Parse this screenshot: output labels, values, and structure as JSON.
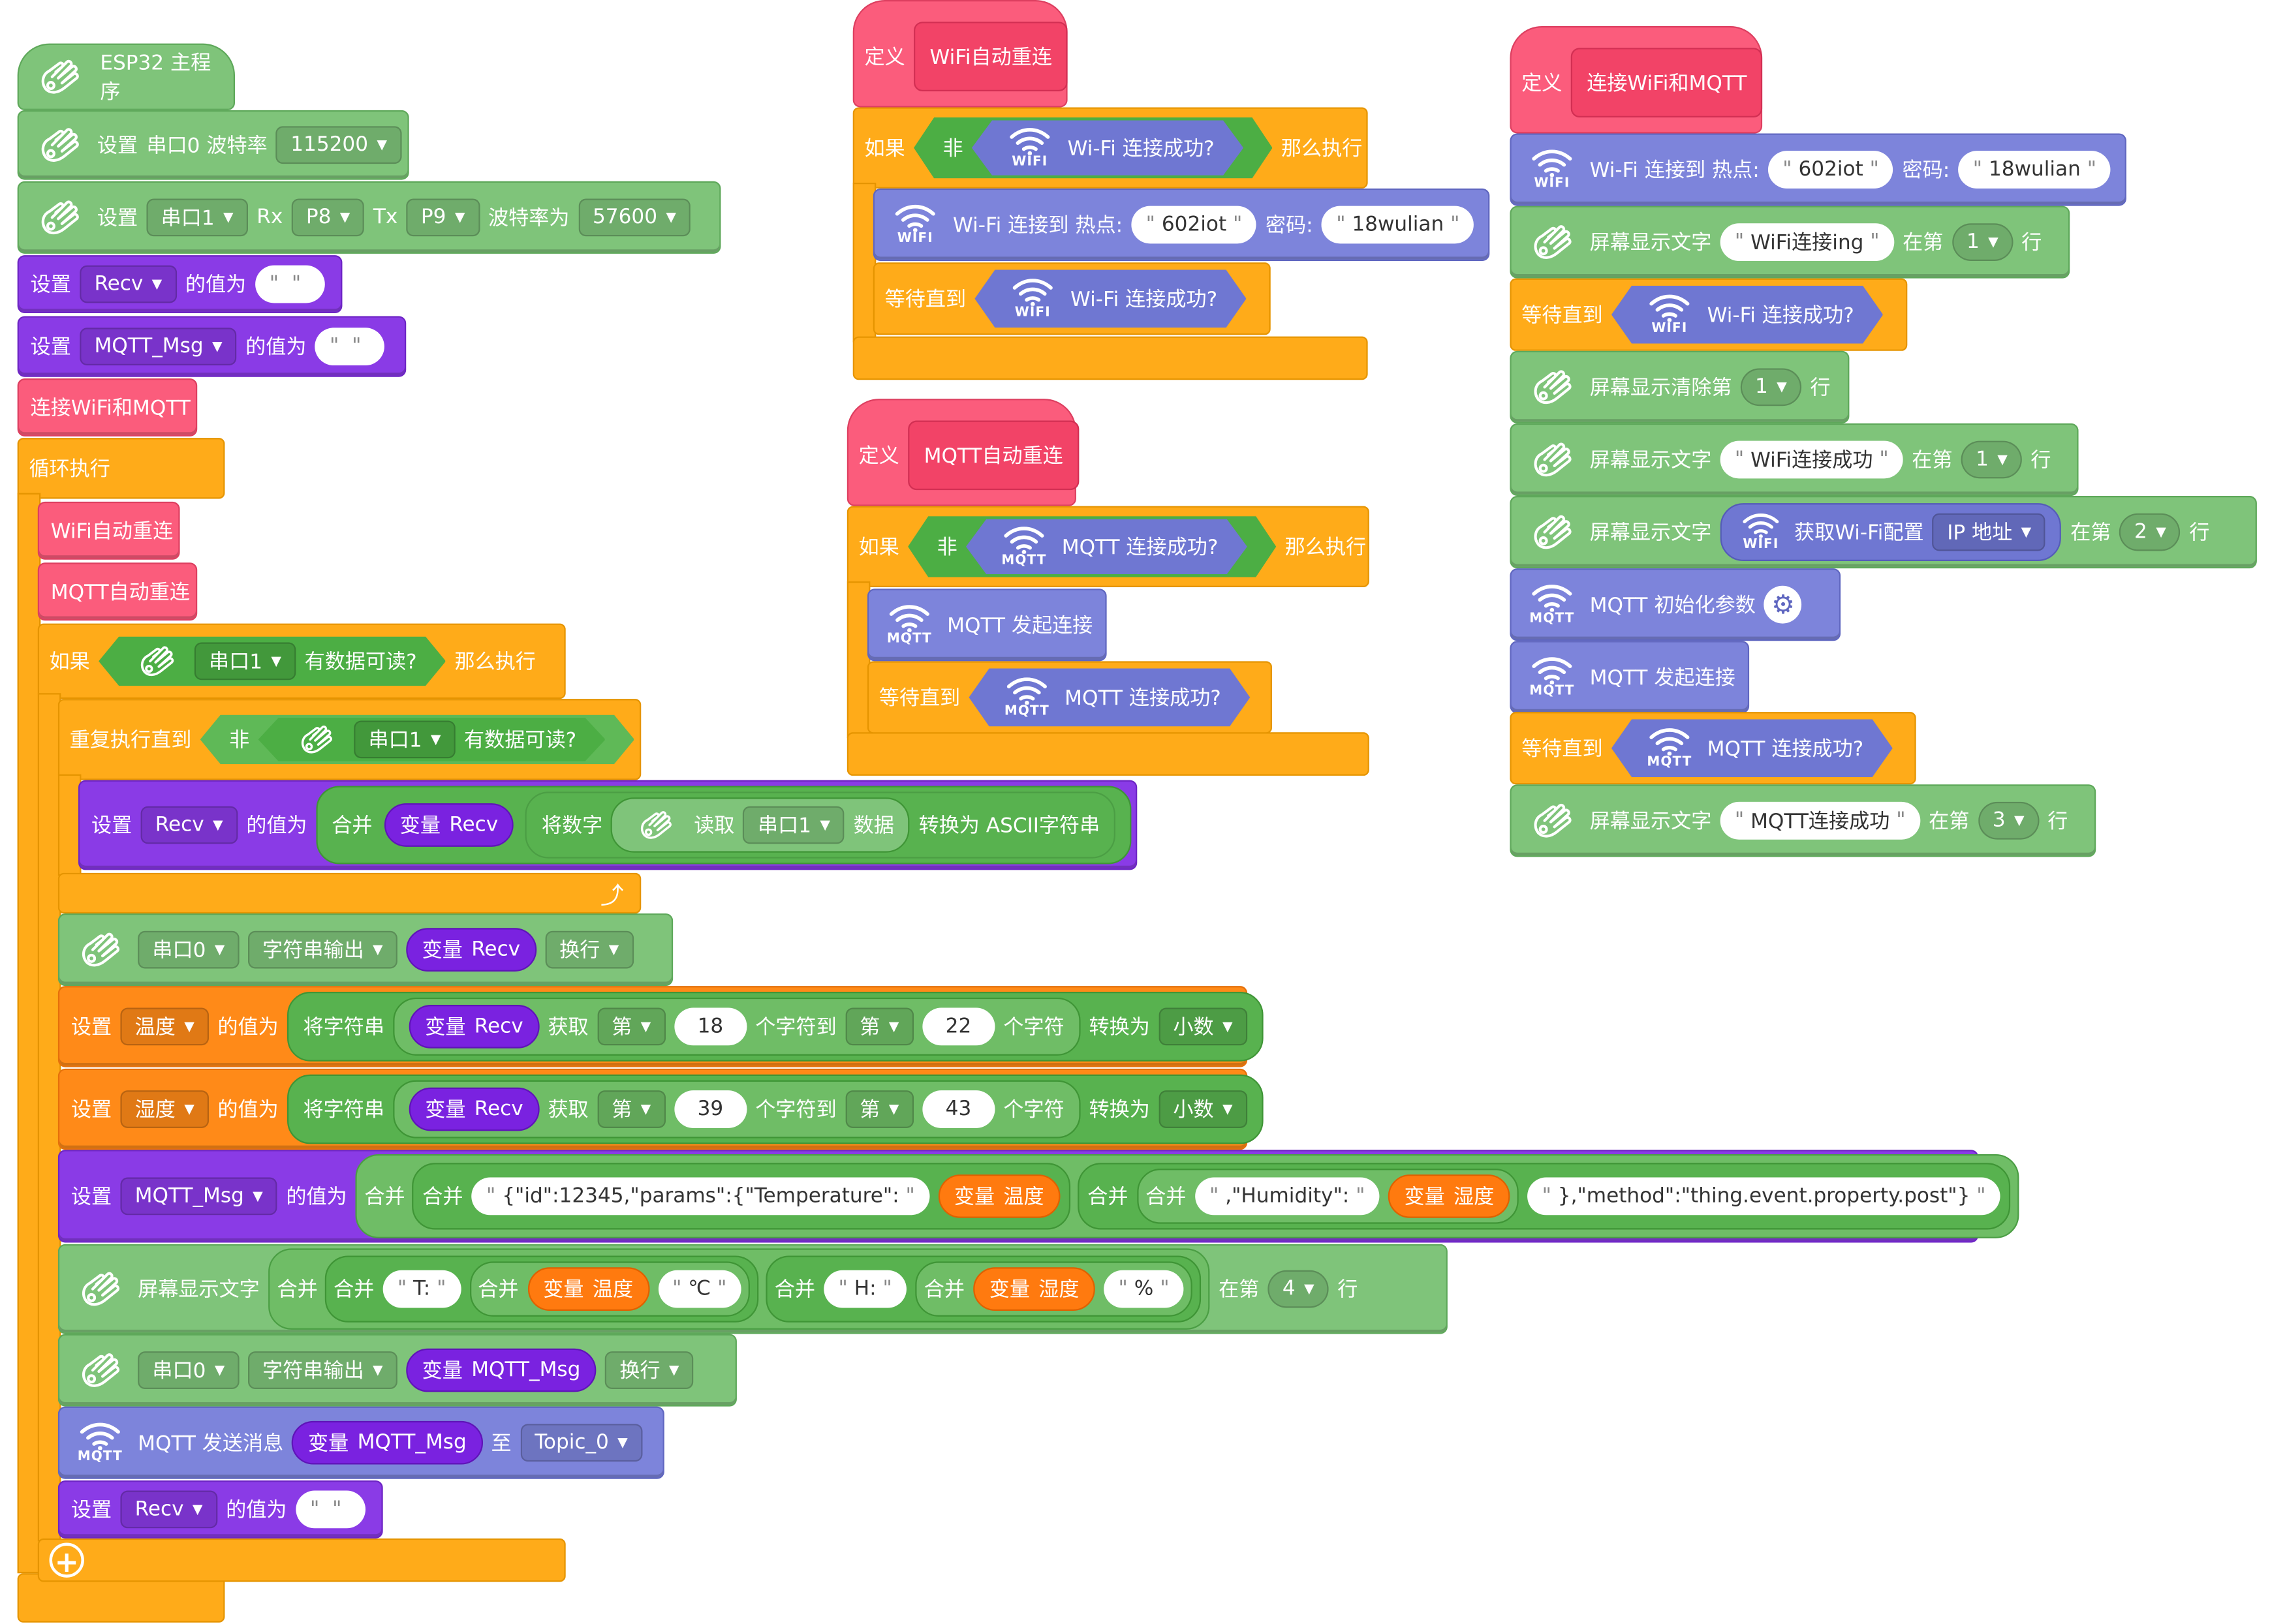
{
  "main": {
    "title": "ESP32 主程序",
    "set_label": "设置",
    "serial0_baud_label": "串口0 波特率",
    "baud0": "115200",
    "serial1": "串口1",
    "rx_label": "Rx",
    "rx_pin": "P8",
    "tx_label": "Tx",
    "tx_pin": "P9",
    "baud_label": "波特率为",
    "baud1": "57600",
    "var_recv": "Recv",
    "value_label": "的值为",
    "var_mqtt_msg": "MQTT_Msg",
    "empty_str": "",
    "call_connect": "连接WiFi和MQTT",
    "loop_label": "循环执行",
    "call_wifi": "WiFi自动重连",
    "call_mqtt": "MQTT自动重连",
    "if_label": "如果",
    "serial_avail": "有数据可读?",
    "then_label": "那么执行",
    "repeat_until": "重复执行直到",
    "not_label": "非",
    "join": "合并",
    "var_kw": "变量",
    "num_to_label": "将数字",
    "read_label": "读取",
    "data_label": "数据",
    "to_ascii": "转换为 ASCII字符串",
    "serial0": "串口0",
    "str_out": "字符串输出",
    "newline": "换行",
    "var_temp": "温度",
    "var_humi": "湿度",
    "str_kw": "将字符串",
    "get_label": "获取",
    "nth": "第",
    "char_to": "个字符到",
    "char_label": "个字符",
    "convert_to": "转换为",
    "decimal": "小数",
    "t_from": "18",
    "t_to": "22",
    "h_from": "39",
    "h_to": "43",
    "json_head": "{\"id\":12345,\"params\":{\"Temperature\":",
    "json_humi": ",\"Humidity\":",
    "json_tail": "},\"method\":\"thing.event.property.post\"}",
    "screen_text": "屏幕显示文字",
    "t_prefix": "T:",
    "c_unit": "℃",
    "h_prefix": "H:",
    "pct_unit": "%",
    "at_line": "在第",
    "line_label": "行",
    "line4": "4",
    "mqtt_send": "MQTT 发送消息",
    "to_label": "至",
    "topic": "Topic_0"
  },
  "wifi_def": {
    "define_label": "定义",
    "name": "WiFi自动重连",
    "if_label": "如果",
    "not_label": "非",
    "wifi_connected": "Wi-Fi 连接成功?",
    "then_label": "那么执行",
    "connect_label": "Wi-Fi 连接到 热点:",
    "ssid": "602iot",
    "pwd_label": "密码:",
    "pwd": "18wulian",
    "wait_until": "等待直到"
  },
  "mqtt_def": {
    "define_label": "定义",
    "name": "MQTT自动重连",
    "if_label": "如果",
    "not_label": "非",
    "mqtt_connected": "MQTT 连接成功?",
    "then_label": "那么执行",
    "mqtt_connect": "MQTT 发起连接",
    "wait_until": "等待直到"
  },
  "connect_def": {
    "define_label": "定义",
    "name": "连接WiFi和MQTT",
    "connect_label": "Wi-Fi 连接到 热点:",
    "ssid": "602iot",
    "pwd_label": "密码:",
    "pwd": "18wulian",
    "screen_text": "屏幕显示文字",
    "connecting": "WiFi连接ing",
    "at_label": "在第",
    "line_label": "行",
    "line1": "1",
    "wait_until": "等待直到",
    "wifi_connected": "Wi-Fi 连接成功?",
    "clear_line": "屏幕显示清除第",
    "wifi_ok": "WiFi连接成功",
    "get_wifi_conf": "获取Wi-Fi配置",
    "ip_addr": "IP 地址",
    "line2": "2",
    "mqtt_init": "MQTT 初始化参数",
    "mqtt_connect": "MQTT 发起连接",
    "mqtt_connected": "MQTT 连接成功?",
    "mqtt_ok": "MQTT连接成功",
    "line3": "3"
  },
  "icons": {
    "wifi_label": "WIFI",
    "mqtt_label": "MQTT",
    "esp_icon": "esp32-hand-icon",
    "add_icon": "plus-circle-icon",
    "repeat_icon": "loop-arrow-icon",
    "gear_icon": "gear-icon"
  },
  "colors": {
    "events_green": "#7fc47a",
    "variables_purple": "#8a3be6",
    "procedures_pink": "#fb5c7c",
    "control_orange": "#ffab19",
    "wifi_indigo": "#7d84db",
    "logic_green": "#4cae44"
  }
}
